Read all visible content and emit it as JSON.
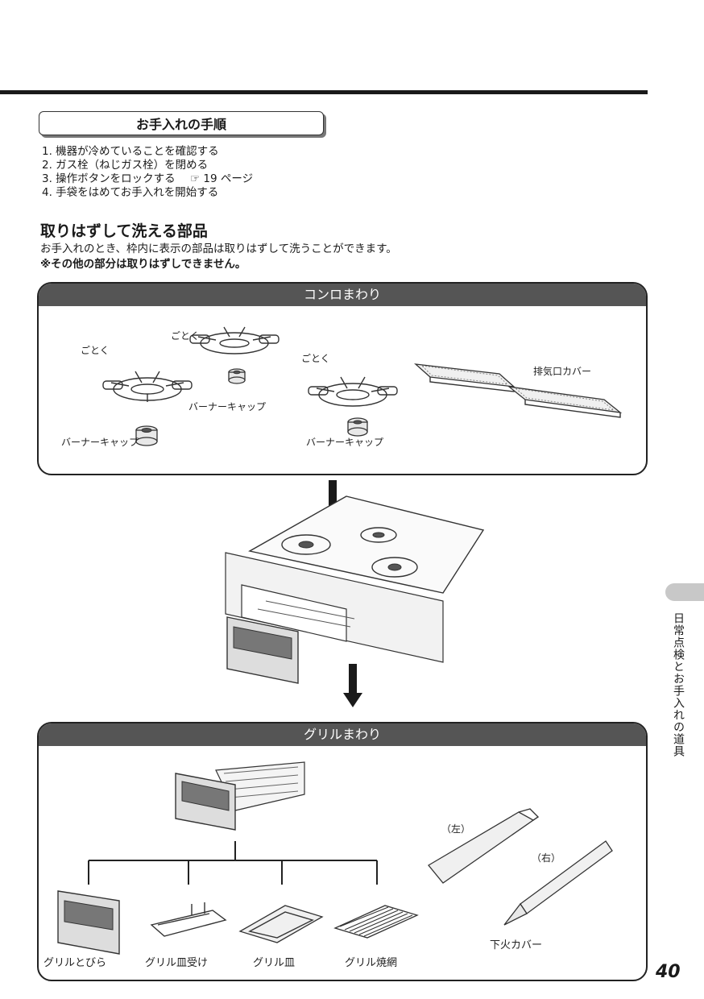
{
  "procedure": {
    "title": "お手入れの手順",
    "steps": [
      "1. 機器が冷めていることを確認する",
      "2. ガス栓（ねじガス栓）を閉める",
      "3. 操作ボタンをロックする",
      "4. 手袋をはめてお手入れを開始する"
    ],
    "step3_ref": "19 ページ"
  },
  "section": {
    "heading": "取りはずして洗える部品",
    "intro": "お手入れのとき、枠内に表示の部品は取りはずして洗うことができます。",
    "note": "※その他の部分は取りはずしできません。"
  },
  "konro": {
    "header": "コンロまわり",
    "gotoku": "ごとく",
    "burner_cap": "バーナーキャップ",
    "exhaust_cover": "排気口カバー"
  },
  "grill": {
    "header": "グリルまわり",
    "items": [
      "グリルとびら",
      "グリル皿受け",
      "グリル皿",
      "グリル焼網"
    ],
    "left": "（左）",
    "right": "（右）",
    "lower_fire_cover": "下火カバー"
  },
  "side_tab": "日常点検とお手入れの道具",
  "page_number": "40"
}
